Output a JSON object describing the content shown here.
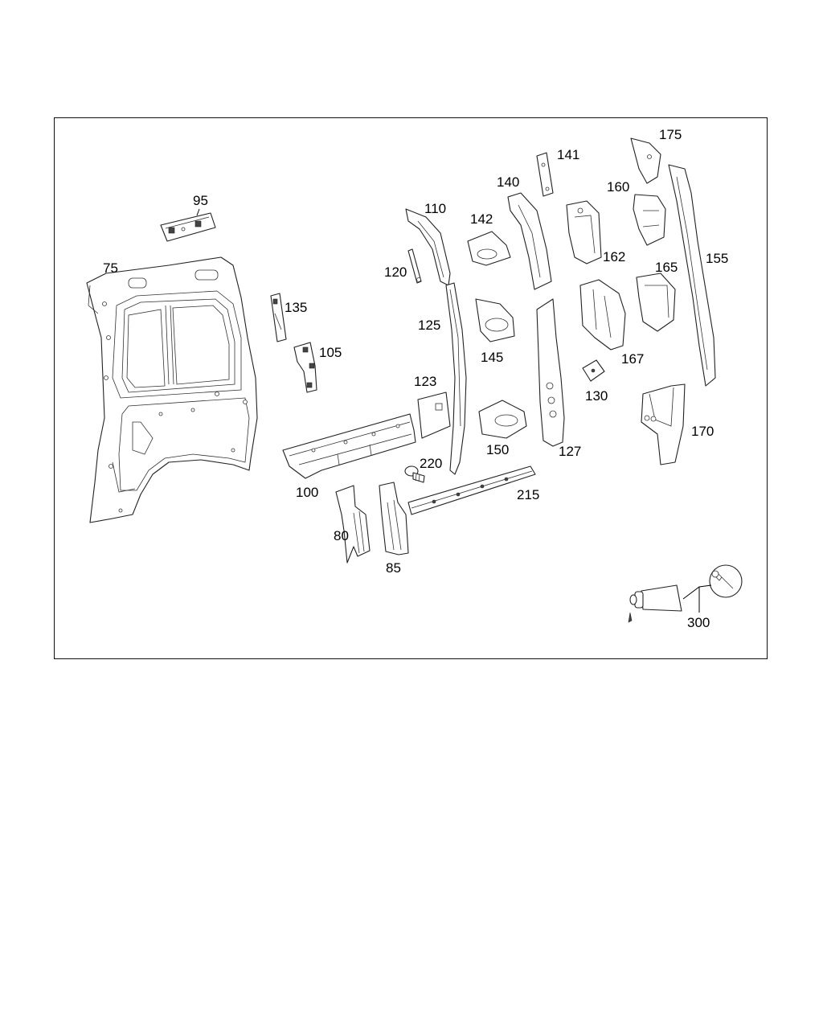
{
  "labels": {
    "p75": "75",
    "p95": "95",
    "p135": "135",
    "p105": "105",
    "p100": "100",
    "p80": "80",
    "p85": "85",
    "p110": "110",
    "p120": "120",
    "p125": "125",
    "p123": "123",
    "p220": "220",
    "p215": "215",
    "p142": "142",
    "p145": "145",
    "p150": "150",
    "p140": "140",
    "p141": "141",
    "p127": "127",
    "p162": "162",
    "p167": "167",
    "p130": "130",
    "p175": "175",
    "p160": "160",
    "p165": "165",
    "p170": "170",
    "p155": "155",
    "p300": "300"
  },
  "icons": {
    "wrench": "wrench-icon",
    "sealant_tube": "sealant-tube-icon"
  }
}
